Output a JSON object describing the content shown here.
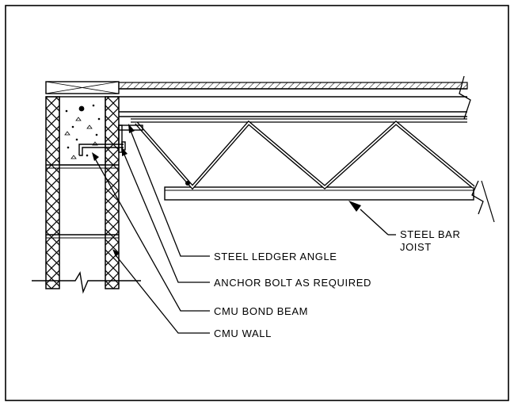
{
  "labels": {
    "steel_bar_joist_line1": "STEEL BAR",
    "steel_bar_joist_line2": "JOIST",
    "steel_ledger_angle": "STEEL LEDGER ANGLE",
    "anchor_bolt": "ANCHOR BOLT AS REQUIRED",
    "cmu_bond_beam": "CMU BOND BEAM",
    "cmu_wall": "CMU WALL"
  },
  "colors": {
    "line": "#000000",
    "background": "#ffffff"
  }
}
